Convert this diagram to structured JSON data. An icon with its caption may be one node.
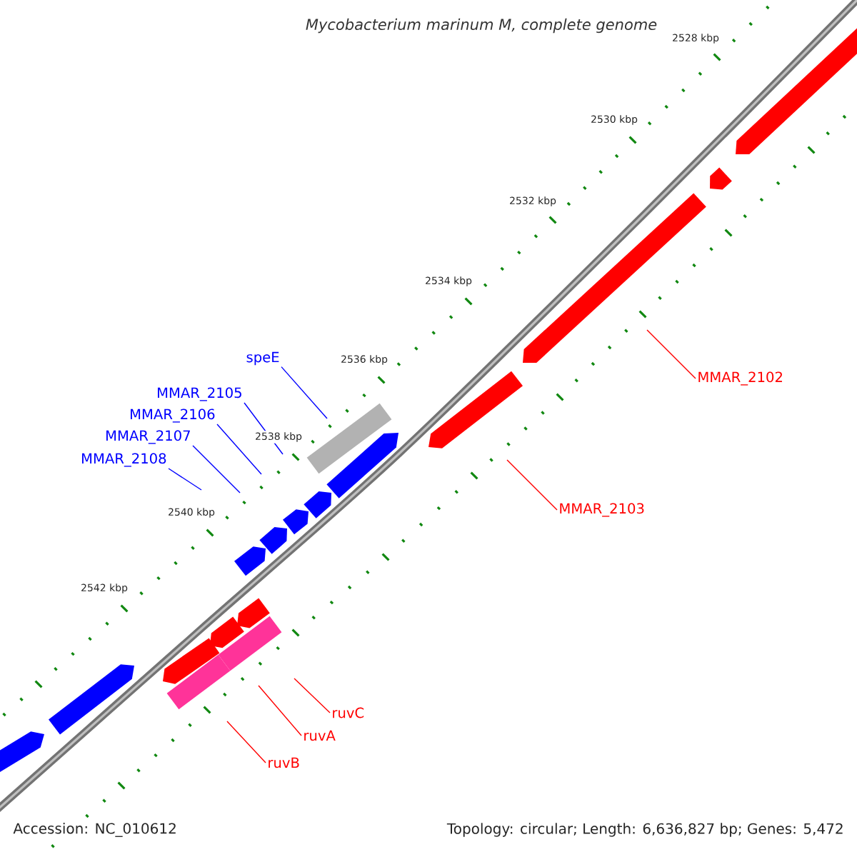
{
  "diagram": {
    "title": "Mycobacterium marinum M, complete genome",
    "nodes": [
      {
        "text": [
          "speE"
        ]
      },
      {
        "text": [
          "MMAR_2105"
        ]
      },
      {
        "text": [
          "MMAR_2106"
        ]
      },
      {
        "text": [
          "MMAR_2107"
        ]
      },
      {
        "text": [
          "MMAR_2108"
        ]
      },
      {
        "text": [
          "MMAR_2102"
        ]
      },
      {
        "text": [
          "MMAR_2103"
        ]
      },
      {
        "text": [
          "ruvC"
        ]
      },
      {
        "text": [
          "ruvA"
        ]
      },
      {
        "text": [
          "ruvB"
        ]
      }
    ],
    "edges": [
      {
        "from": 0,
        "to": null,
        "arrow": "none",
        "color": "#0000ff"
      },
      {
        "from": 1,
        "to": null,
        "arrow": "none",
        "color": "#0000ff"
      },
      {
        "from": 2,
        "to": null,
        "arrow": "none",
        "color": "#0000ff"
      },
      {
        "from": 3,
        "to": null,
        "arrow": "none",
        "color": "#0000ff"
      },
      {
        "from": 4,
        "to": null,
        "arrow": "none",
        "color": "#0000ff"
      },
      {
        "from": 5,
        "to": null,
        "arrow": "none",
        "color": "#ff0000"
      },
      {
        "from": 6,
        "to": null,
        "arrow": "none",
        "color": "#ff0000"
      },
      {
        "from": 7,
        "to": null,
        "arrow": "none",
        "color": "#ff0000"
      },
      {
        "from": 8,
        "to": null,
        "arrow": "none",
        "color": "#ff0000"
      },
      {
        "from": 9,
        "to": null,
        "arrow": "none",
        "color": "#ff0000"
      }
    ],
    "labels": [
      "2528 kbp",
      "2530 kbp",
      "2532 kbp",
      "2534 kbp",
      "2536 kbp",
      "2538 kbp",
      "2540 kbp",
      "2542 kbp",
      "Accession: NC_010612",
      "Topology: circular; Length: 6,636,827 bp; Genes: 5,472"
    ]
  }
}
